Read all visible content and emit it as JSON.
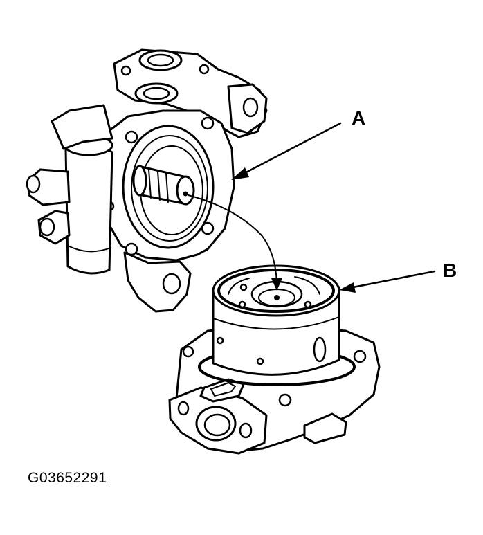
{
  "figure_code": "G03652291",
  "callouts": [
    {
      "id": "A",
      "label": "A",
      "part": "pump-housing"
    },
    {
      "id": "B",
      "label": "B",
      "part": "pump-body-with-rotor"
    }
  ],
  "colors": {
    "ink": "#000000",
    "paper": "#ffffff"
  }
}
